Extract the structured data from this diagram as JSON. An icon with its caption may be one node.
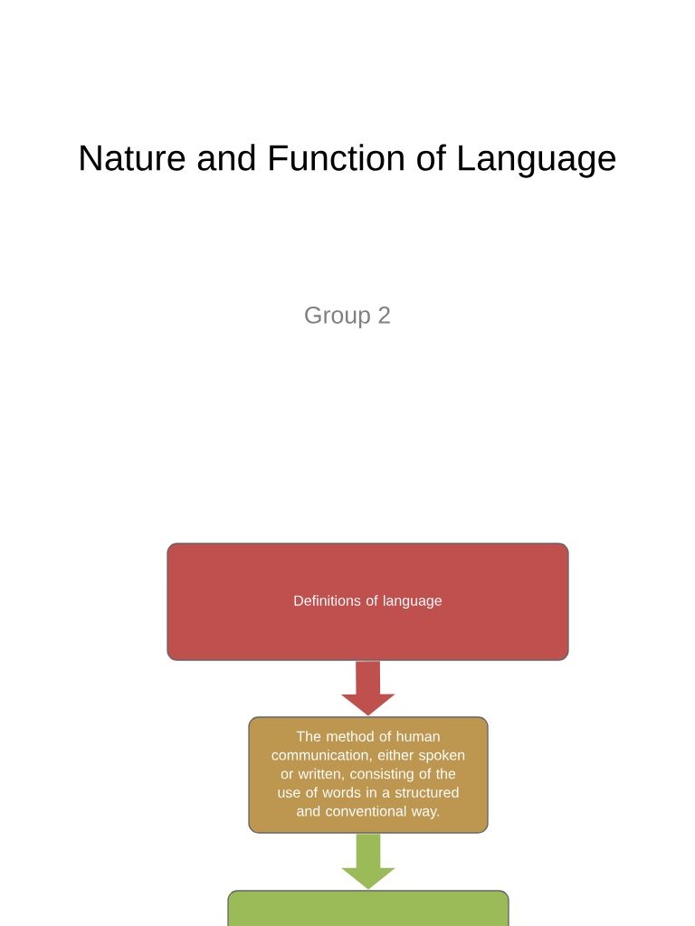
{
  "diagram": {
    "title": "Nature and Function of Language",
    "nodes": [
      {
        "text": [
          "Definitions of language"
        ]
      },
      {
        "text": [
          "The method of human communication, either spoken or written, consisting of the use of words in a structured and conventional way."
        ]
      },
      {
        "text": [],
        "shape": "box"
      }
    ],
    "edges": [
      {
        "from": 0,
        "to": 1,
        "arrow": "to",
        "color": "#c0504d"
      },
      {
        "from": 1,
        "to": 2,
        "arrow": "to",
        "color": "#9bbb59"
      }
    ],
    "labels": [
      "Group 2"
    ]
  }
}
